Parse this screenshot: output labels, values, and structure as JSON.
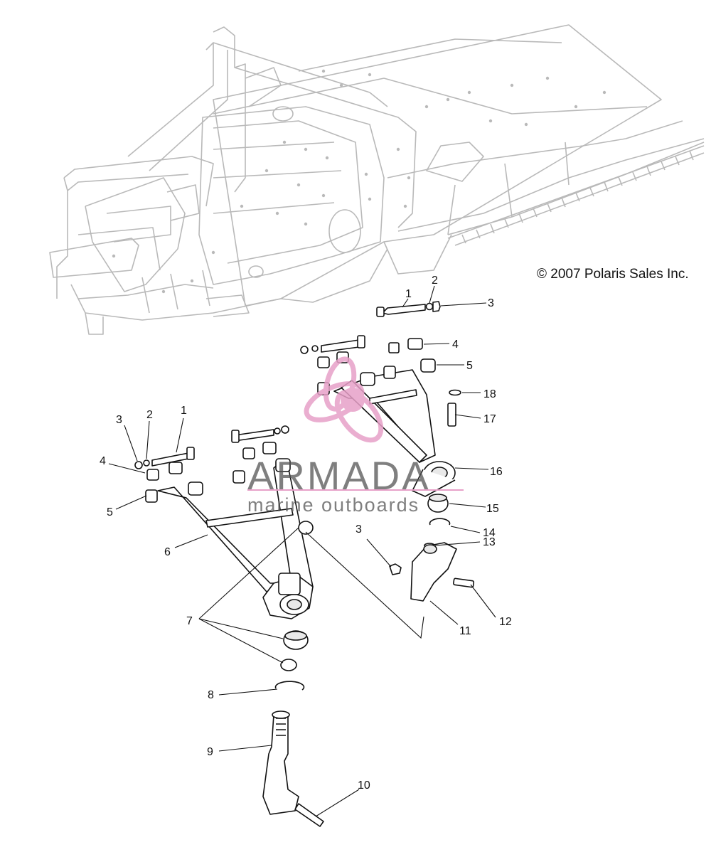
{
  "copyright": "© 2007 Polaris Sales Inc.",
  "watermark": {
    "brand": "ARMADA",
    "tagline": "marine outboards",
    "color_primary": "#e7a0c8",
    "color_secondary": "#555555"
  },
  "callouts": {
    "r1": "1",
    "r2": "2",
    "r3": "3",
    "r4": "4",
    "r5": "5",
    "l3": "3",
    "l2": "2",
    "l1": "1",
    "l4": "4",
    "l5": "5",
    "n6": "6",
    "n7": "7",
    "n8": "8",
    "n9": "9",
    "n10": "10",
    "n11": "11",
    "n12": "12",
    "n13": "13",
    "n14": "14",
    "n15": "15",
    "n16": "16",
    "n17": "17",
    "n18": "18",
    "n3b": "3"
  }
}
